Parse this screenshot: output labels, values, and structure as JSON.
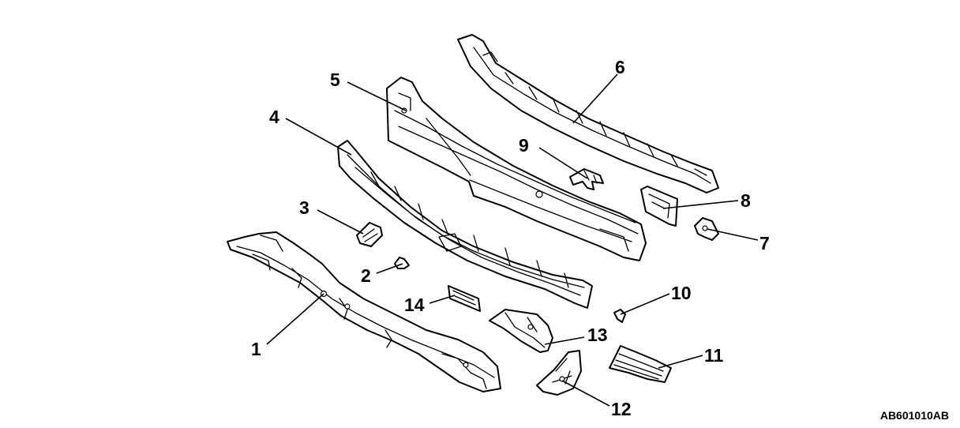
{
  "figure_code": "AB601010AB",
  "callouts": [
    {
      "id": "1",
      "label": "1"
    },
    {
      "id": "2",
      "label": "2"
    },
    {
      "id": "3",
      "label": "3"
    },
    {
      "id": "4",
      "label": "4"
    },
    {
      "id": "5",
      "label": "5"
    },
    {
      "id": "6",
      "label": "6"
    },
    {
      "id": "7",
      "label": "7"
    },
    {
      "id": "8",
      "label": "8"
    },
    {
      "id": "9",
      "label": "9"
    },
    {
      "id": "10",
      "label": "10"
    },
    {
      "id": "11",
      "label": "11"
    },
    {
      "id": "12",
      "label": "12"
    },
    {
      "id": "13",
      "label": "13"
    },
    {
      "id": "14",
      "label": "14"
    }
  ]
}
